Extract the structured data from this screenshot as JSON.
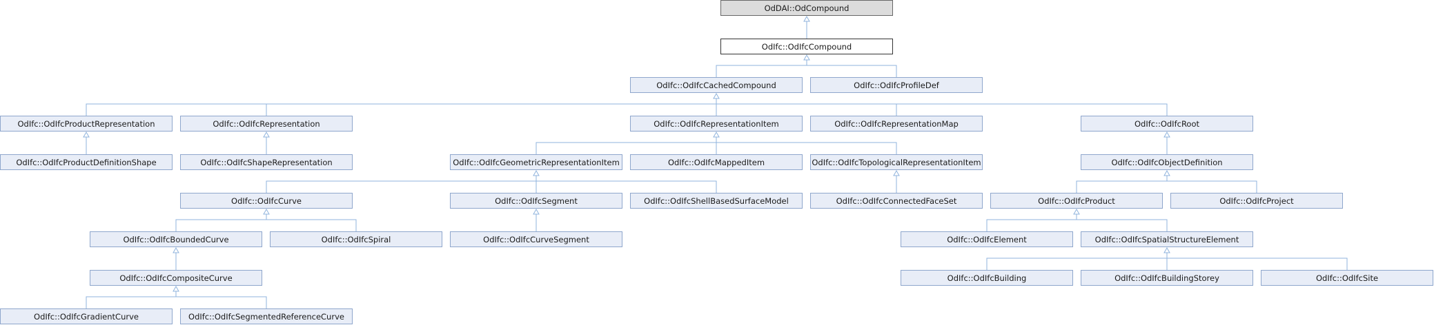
{
  "colors": {
    "edge": "#8fb3dd",
    "node_fill": "#e8edf7",
    "node_border": "#8ea6cc",
    "root_fill": "#dcdcdc",
    "current_fill": "#ffffff"
  },
  "nodes": {
    "odcompound": "OdDAI::OdCompound",
    "ifccompound": "OdIfc::OdIfcCompound",
    "cachedcompound": "OdIfc::OdIfcCachedCompound",
    "profiledef": "OdIfc::OdIfcProfileDef",
    "productrepresentation": "OdIfc::OdIfcProductRepresentation",
    "representation": "OdIfc::OdIfcRepresentation",
    "representationitem": "OdIfc::OdIfcRepresentationItem",
    "representationmap": "OdIfc::OdIfcRepresentationMap",
    "root": "OdIfc::OdIfcRoot",
    "productdefinitionshape": "OdIfc::OdIfcProductDefinitionShape",
    "shaperepresentation": "OdIfc::OdIfcShapeRepresentation",
    "geometricrepresentationitem": "OdIfc::OdIfcGeometricRepresentationItem",
    "mappeditem": "OdIfc::OdIfcMappedItem",
    "topologicalrepresentationitem": "OdIfc::OdIfcTopologicalRepresentationItem",
    "objectdefinition": "OdIfc::OdIfcObjectDefinition",
    "curve": "OdIfc::OdIfcCurve",
    "segment": "OdIfc::OdIfcSegment",
    "shellbasedsurfacemodel": "OdIfc::OdIfcShellBasedSurfaceModel",
    "connectedfaceset": "OdIfc::OdIfcConnectedFaceSet",
    "product": "OdIfc::OdIfcProduct",
    "project": "OdIfc::OdIfcProject",
    "boundedcurve": "OdIfc::OdIfcBoundedCurve",
    "spiral": "OdIfc::OdIfcSpiral",
    "curvesegment": "OdIfc::OdIfcCurveSegment",
    "element": "OdIfc::OdIfcElement",
    "spatialstructureelement": "OdIfc::OdIfcSpatialStructureElement",
    "compositecurve": "OdIfc::OdIfcCompositeCurve",
    "building": "OdIfc::OdIfcBuilding",
    "buildingstorey": "OdIfc::OdIfcBuildingStorey",
    "site": "OdIfc::OdIfcSite",
    "gradientcurve": "OdIfc::OdIfcGradientCurve",
    "segmentedreferencecurve": "OdIfc::OdIfcSegmentedReferenceCurve"
  }
}
